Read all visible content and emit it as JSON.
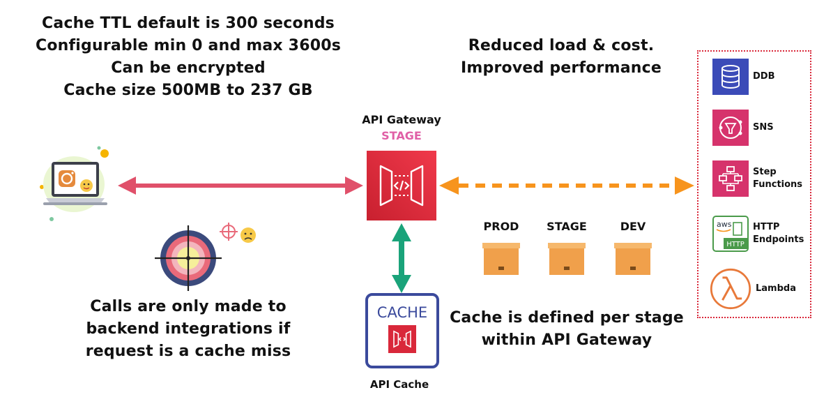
{
  "notes": {
    "cache_settings": [
      "Cache TTL default is 300 seconds",
      "Configurable min 0 and max 3600s",
      "Can be encrypted",
      "Cache size 500MB to 237 GB"
    ],
    "benefits": [
      "Reduced load & cost.",
      "Improved performance"
    ],
    "cache_miss": [
      "Calls are only made to",
      "backend integrations if",
      "request is a cache miss"
    ],
    "per_stage": [
      "Cache is defined per stage",
      "within API Gateway"
    ]
  },
  "gateway": {
    "title": "API Gateway",
    "stage": "STAGE",
    "stage_color": "#e05fa6",
    "icon": "api-gateway-icon",
    "color": "#d9283a"
  },
  "cache": {
    "box_label": "CACHE",
    "caption": "API Cache",
    "border_color": "#3b4a9c"
  },
  "stages": [
    {
      "label": "PROD",
      "icon": "box-icon"
    },
    {
      "label": "STAGE",
      "icon": "box-icon"
    },
    {
      "label": "DEV",
      "icon": "box-icon"
    }
  ],
  "services": [
    {
      "label": "DDB",
      "icon": "dynamodb-icon"
    },
    {
      "label": "SNS",
      "icon": "sns-icon"
    },
    {
      "label": "Step Functions",
      "icon": "step-functions-icon"
    },
    {
      "label": "HTTP Endpoints",
      "icon": "http-endpoint-icon",
      "icon_text_top": "aws",
      "icon_text_bottom": "HTTP"
    },
    {
      "label": "Lambda",
      "icon": "lambda-icon"
    }
  ],
  "colors": {
    "client_arrow": "#e0506a",
    "cache_arrow": "#1aa37a",
    "backend_arrow": "#f7941d",
    "backend_border": "#d9283a",
    "box": "#f0a04b"
  }
}
